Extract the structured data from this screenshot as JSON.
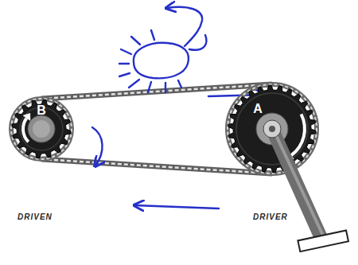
{
  "diagram": {
    "nodes": [
      {
        "text": [
          "B"
        ]
      },
      {
        "text": [
          "A"
        ]
      }
    ],
    "edges": [
      {
        "from": 0,
        "to": 1,
        "arrow": "none"
      },
      {
        "from": 0,
        "to": 1,
        "arrow": "none"
      }
    ],
    "labels": [
      "DRIVEN",
      "DRIVER"
    ]
  }
}
